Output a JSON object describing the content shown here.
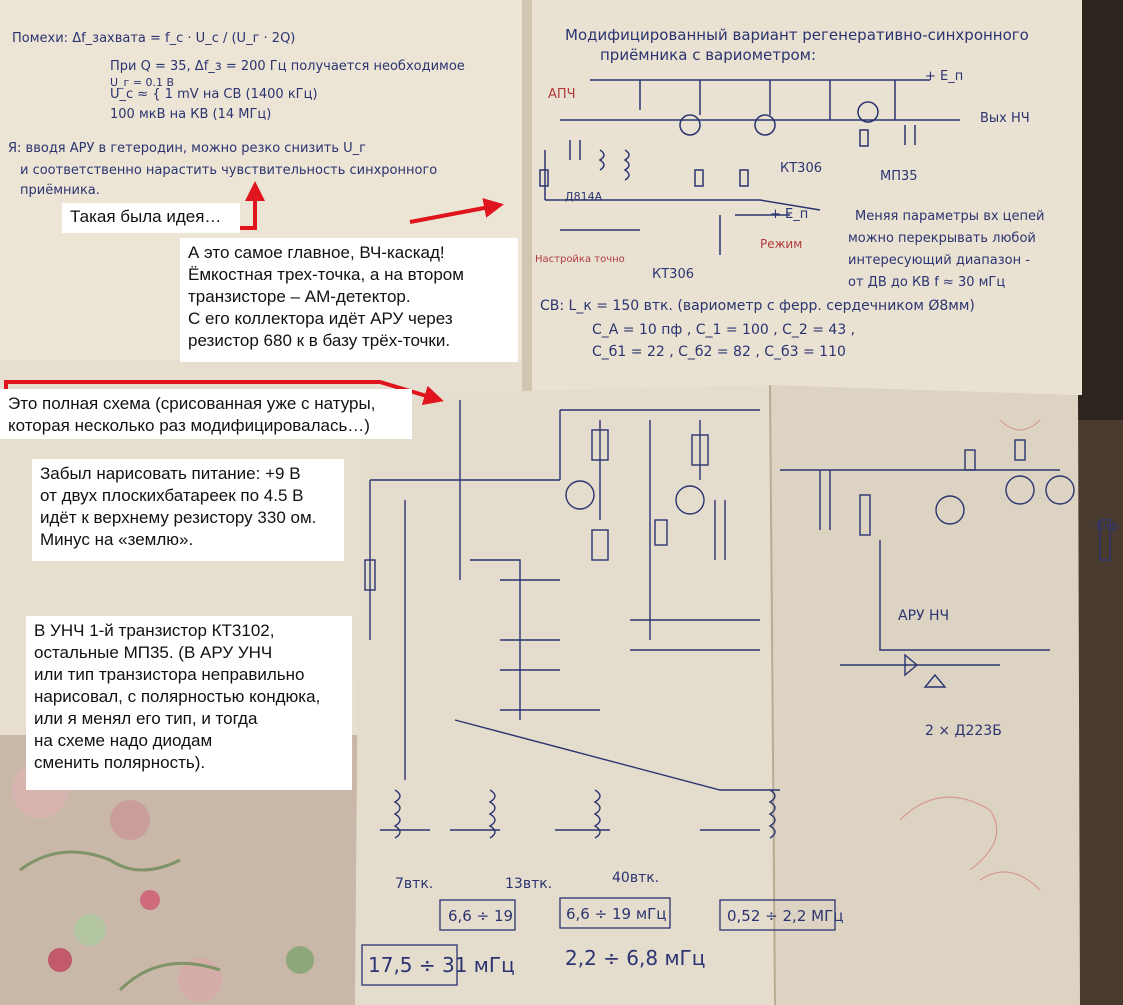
{
  "callouts": {
    "idea": "Такая была идея…",
    "rf_stage": "А это самое главное, ВЧ-каскад!\nЁмкостная трех-точка, а на втором\nтранзисторе – АМ-детектор.\nС его коллектора идёт АРУ через\nрезистор 680 к в базу трёх-точки.",
    "full_schema": "Это полная схема (срисованная уже с натуры,\nкоторая несколько раз модифицировалась…)",
    "power": "Забыл нарисовать питание: +9 В\nот двух плоскихбатареек по 4.5 В\nидёт к верхнему резистору 330 ом.\nМинус на «землю».",
    "unch": "В УНЧ 1-й транзистор КТ3102,\nостальные МП35. (В АРУ УНЧ\nили тип транзистора неправильно\nнарисовал, с полярностью кондюка,\nили я менял его тип, и тогда\nна схеме надо диодам\nсменить полярность)."
  },
  "colors": {
    "arrow": "#e0141c",
    "ink_blue": "#2b3470",
    "ink_red": "#b23a3a",
    "paper": "#e9e2d2",
    "paper_shadow": "#d8cfbd"
  },
  "handwritten": {
    "left_page": {
      "line1": "Помехи:   Δf_захвата = f_c · U_c / (U_г · 2Q)",
      "line2": "При Q = 35, Δf_з = 200 Гц  получается необходимое",
      "line3": "U_г = 0.1 В",
      "line4": "U_c ≈ { 1 mV на СВ (1400 кГц)",
      "line5": "        100 мкВ на КВ (14 МГц)",
      "line6": "Я: вводя АРУ в гетеродин, можно резко снизить U_г",
      "line7": "и соответственно нарастить чувствительность синхронного",
      "line8": "приёмника."
    },
    "right_page": {
      "title1": "Модифицированный вариант регенеративно-синхронного",
      "title2": "приёмника с вариометром:",
      "apch": "АПЧ",
      "out": "Вых НЧ",
      "kt306_a": "КТ306",
      "kt306_b": "КТ306",
      "mp35": "МП35",
      "d814": "Д814А",
      "plus_e": "+ Е_п",
      "setting": "Настройка точно",
      "mode": "Режим",
      "note1": "Меняя параметры вх цепей",
      "note2": "можно перекрывать любой",
      "note3": "интересующий диапазон -",
      "note4": "от ДВ до КВ f ≈ 30 мГц",
      "sv1": "СВ:  L_к = 150 втк. (вариометр с ферр. сердечником Ø8мм)",
      "sv2": "C_А = 10 пф ,   C_1 = 100 ,   C_2 = 43 ,",
      "sv3": "C_б1 = 22 ,   C_б2 = 82 ,   C_б3 = 110"
    },
    "bottom_sheet": {
      "aru_nch": "АРУ НЧ",
      "diodes": "2 × Д223Б",
      "band1": "6,6 ÷ 19",
      "band2": "6,6 ÷ 19 мГц",
      "band3": "0,52 ÷ 2,2 МГц",
      "band4": "17,5 ÷ 31  мГц",
      "band5": "2,2 ÷ 6,8 мГц",
      "turns1": "7втк.",
      "turns2": "13втк.",
      "turns3": "40втк.",
      "tlf": "Тлф"
    }
  }
}
